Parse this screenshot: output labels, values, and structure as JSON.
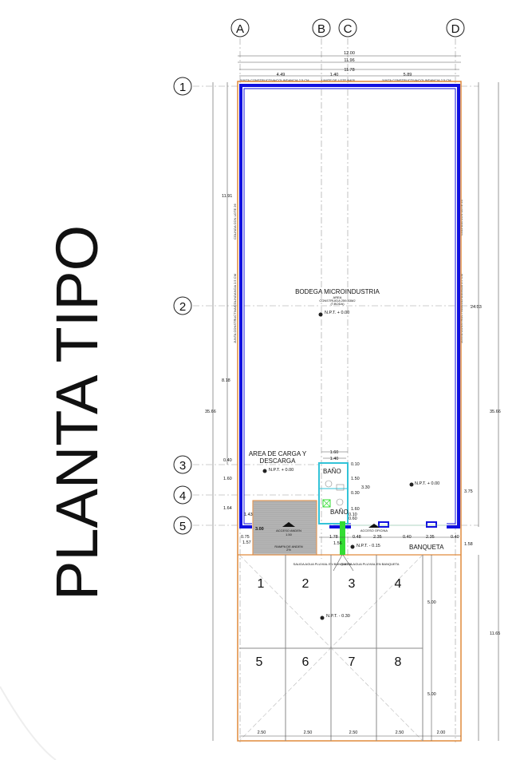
{
  "title": "PLANTA TIPO",
  "grid_columns": [
    "A",
    "B",
    "C",
    "D"
  ],
  "grid_rows": [
    "1",
    "2",
    "3",
    "4",
    "5"
  ],
  "top_dimensions": {
    "overall": [
      "12.00",
      "11.96",
      "11.78"
    ],
    "segments": [
      "4.49",
      "1.40",
      "5.89"
    ]
  },
  "top_notes": [
    "JUNTA CONSTRUCTIVA/COLINDANCIA 2.5 CM",
    "LIMITE DE LOTE N405",
    "JUNTA CONSTRUCTIVA/COLINDANCIA 2.5 CM"
  ],
  "left_side": {
    "note_adjacent": "COLINDA CON LOTE 26",
    "note_joint": "JUNTA CONSTRUCTIVA/COLINDANCIA 2.5 CM",
    "dims": [
      "11.91",
      "8.18",
      "35.66",
      "0.40",
      "1.60",
      "1.64",
      "1.43",
      "0.75",
      "1.57",
      "3.00"
    ]
  },
  "right_side": {
    "note_adjacent": "COLINDA CON LOTE 24",
    "note_joint": "JUNTA CONSTRUCTIVA/COLINDANCIA 2.5 CM",
    "dims": [
      "24.03",
      "35.66",
      "3.75",
      "1.58",
      "11.65"
    ]
  },
  "rooms": {
    "main": "BODEGA MICROINDUSTRIA",
    "main_sub": [
      "AREA",
      "CONSTRUIDA 259.83M2",
      "(T.BODA)"
    ],
    "main_level": "N.P.T. + 0.00",
    "loading": "AREA DE CARGA Y",
    "loading2": "DESCARGA",
    "loading_level": "N.P.T. + 0.00",
    "bath1": "BAÑO",
    "bath2": "BAÑO",
    "right_level": "N.P.T. + 0.00",
    "sidewalk": "BANQUETA",
    "sidewalk_level": "N.P.T. - 0.15",
    "parking_level": "N.P.T. - 0.30"
  },
  "bath_dims": [
    "1.60",
    "1.40",
    "0.10",
    "1.50",
    "0.30",
    "1.60",
    "0.10",
    "0.60",
    "3.30"
  ],
  "front_dims": [
    "1.78",
    "1.56",
    "0.48",
    "2.35",
    "0.40",
    "2.35",
    "0.40"
  ],
  "labels": {
    "ramp_access": "ACCESO ANDEN",
    "ramp_access_sub": "1.50",
    "ramp": "RAMPA DE ANDEN",
    "ramp_sub": "2%",
    "office_access": "ACCESO OFICINA",
    "drain1": "SALIDA AGUA PLUVIAL EN BANQUETA",
    "drain2": "SALIDA AGUA PLUVIAL EN BANQUETA"
  },
  "parking_spaces": [
    "1",
    "2",
    "3",
    "4",
    "5",
    "6",
    "7",
    "8"
  ],
  "parking_dims": {
    "widths": [
      "2.50",
      "2.50",
      "2.50",
      "2.50",
      "2.00"
    ],
    "depths": [
      "5.00",
      "5.00"
    ]
  },
  "colors": {
    "wall": "#1010e0",
    "lot": "#e08a3c",
    "bath": "#33c3d8",
    "drain": "#33dd33"
  }
}
